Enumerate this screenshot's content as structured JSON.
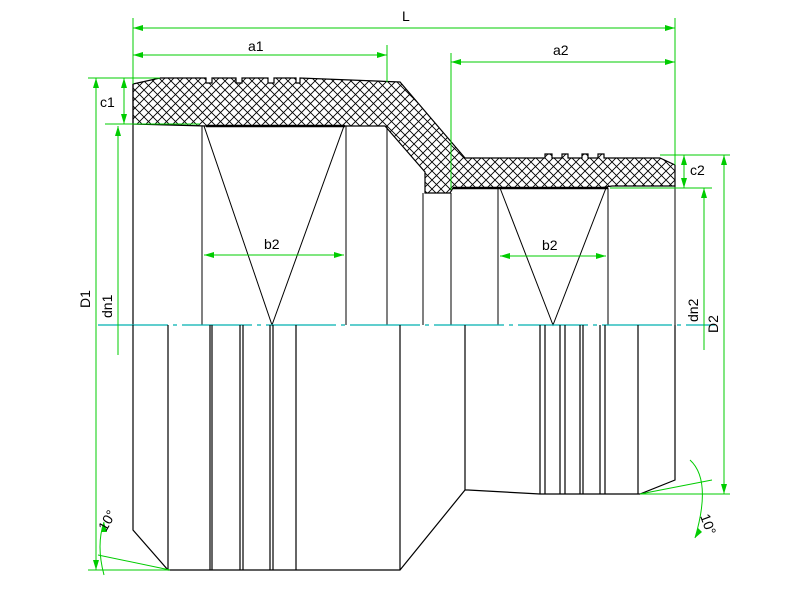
{
  "labels": {
    "L": "L",
    "a1": "a1",
    "a2": "a2",
    "c1": "c1",
    "c2": "c2",
    "b2_left": "b2",
    "b2_right": "b2",
    "D1": "D1",
    "dn1": "dn1",
    "dn2": "dn2",
    "D2": "D2",
    "angle_left": "10°",
    "angle_right": "10°"
  },
  "colors": {
    "dimension": "#00cc00",
    "centerline": "#00b0b0",
    "outline": "#000000"
  }
}
